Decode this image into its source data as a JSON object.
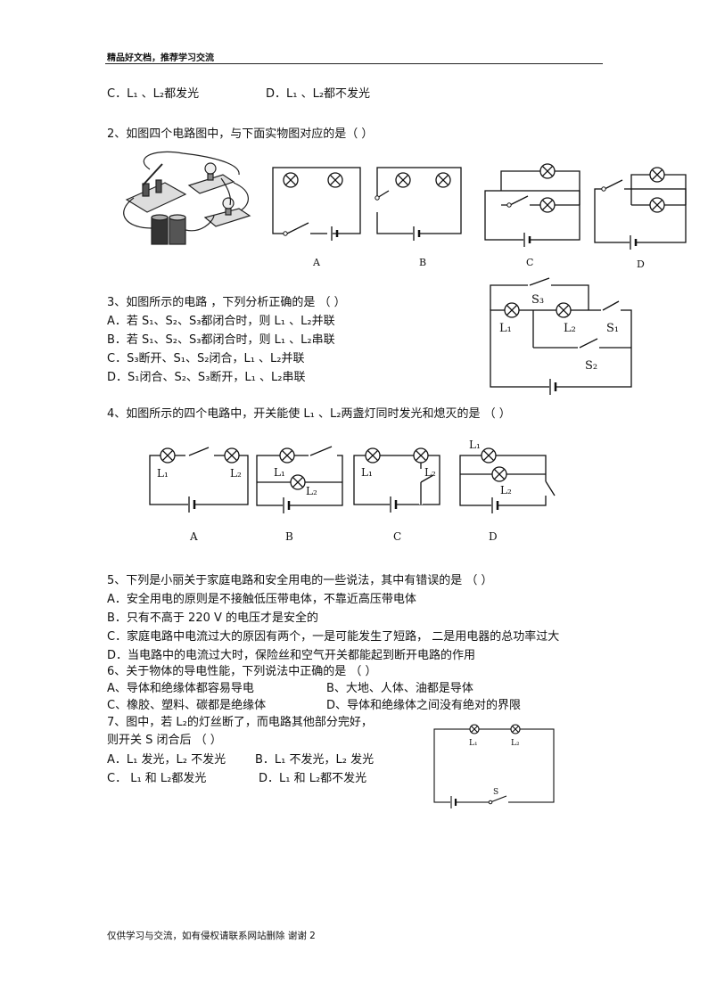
{
  "header": {
    "text": "精品好文档，推荐学习交流"
  },
  "q1_tail": {
    "option_c": "C．L₁ 、L₂都发光",
    "option_d": "D．L₁ 、L₂都不发光"
  },
  "q2": {
    "stem": "2、如图四个电路图中，与下面实物图对应的是（      ）",
    "labels": [
      "A",
      "B",
      "C",
      "D"
    ]
  },
  "q3": {
    "stem": "3、如图所示的电路 ，下列分析正确的是   （      ）",
    "options": [
      "A．若 S₁、S₂、S₃都闭合时，则 L₁ 、L₂并联",
      "B．若 S₁、S₂、S₃都闭合时，则 L₁ 、L₂串联",
      "C．S₃断开、S₁、S₂闭合，L₁ 、L₂并联",
      "D．S₁闭合、S₂、S₃断开，L₁ 、L₂串联"
    ],
    "fig": {
      "s3": "S₃",
      "l1": "L₁",
      "l2": "L₂",
      "s1": "S₁",
      "s2": "S₂"
    }
  },
  "q4": {
    "stem": "4、如图所示的四个电路中，开关能使 L₁ 、L₂两盏灯同时发光和熄灭的是   （      ）",
    "labels": [
      "A",
      "B",
      "C",
      "D"
    ],
    "lamp1": "L₁",
    "lamp2": "L₂"
  },
  "q5": {
    "stem": "5、下列是小丽关于家庭电路和安全用电的一些说法，其中有错误的是 （          ）",
    "options": [
      "A．安全用电的原则是不接触低压带电体，不靠近高压带电体",
      "B．只有不高于 220 V 的电压才是安全的",
      "C．家庭电路中电流过大的原因有两个，一是可能发生了短路， 二是用电器的总功率过大",
      "D．当电路中的电流过大时，保险丝和空气开关都能起到断开电路的作用"
    ]
  },
  "q6": {
    "stem": "6、关于物体的导电性能，下列说法中正确的是        （        ）",
    "options": [
      "A、导体和绝缘体都容易导电",
      "B、大地、人体、油都是导体",
      "C、橡胶、塑料、碳都是绝缘体",
      "D、导体和绝缘体之间没有绝对的界限"
    ]
  },
  "q7": {
    "stem1": "7、图中，若 L₂的灯丝断了，而电路其他部分完好，",
    "stem2": "  则开关 S 闭合后  （        ）",
    "options": [
      "A．L₁ 发光，L₂ 不发光",
      "B．L₁ 不发光，L₂ 发光",
      "C．  L₁ 和 L₂都发光",
      "D．L₁ 和 L₂都不发光"
    ],
    "fig": {
      "l1": "L₁",
      "l2": "L₂",
      "s": "S"
    }
  },
  "footer": {
    "text": "仅供学习与交流，如有侵权请联系网站删除 谢谢 2"
  }
}
